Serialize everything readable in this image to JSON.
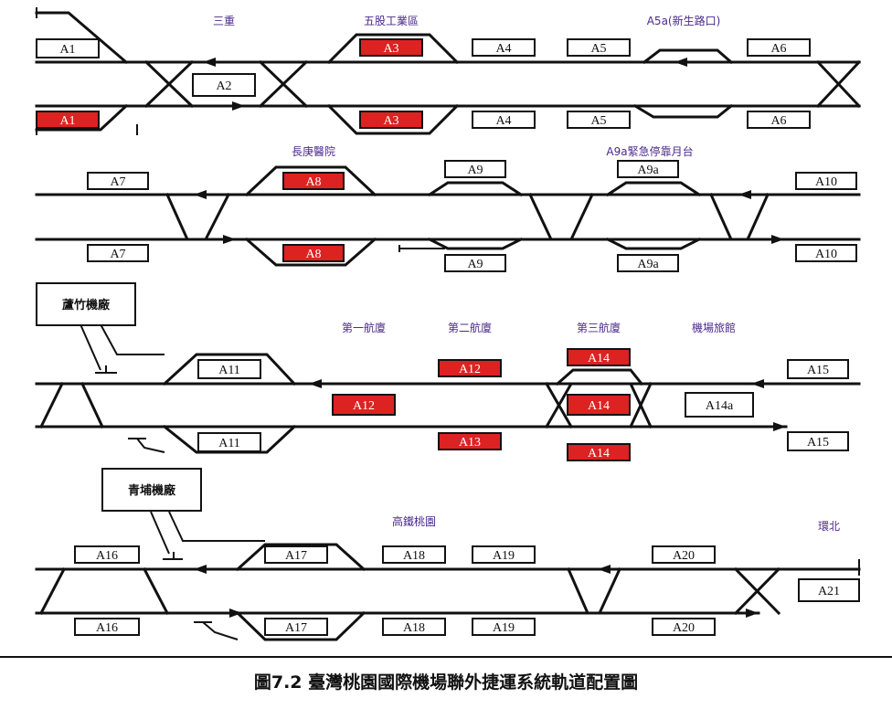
{
  "colors": {
    "platform_red": "#dd2222",
    "platform_white": "#ffffff",
    "station_text": "#4b2a8a"
  },
  "stations": {
    "sanchong": "三重",
    "wugu": "五股工業區",
    "a5a": "A5a(新生路口)",
    "changgung": "長庚醫院",
    "a9a": "A9a緊急停靠月台",
    "t1": "第一航廈",
    "t2": "第二航廈",
    "t3": "第三航廈",
    "hotel": "機場旅館",
    "hsr": "高鐵桃園",
    "huanbei": "環北"
  },
  "depots": {
    "luzhu": "蘆竹機廠",
    "qingpu": "青埔機廠"
  },
  "platforms": {
    "A1": "A1",
    "A2": "A2",
    "A3": "A3",
    "A4": "A4",
    "A5": "A5",
    "A6": "A6",
    "A7": "A7",
    "A8": "A8",
    "A9": "A9",
    "A9a": "A9a",
    "A10": "A10",
    "A11": "A11",
    "A12": "A12",
    "A13": "A13",
    "A14": "A14",
    "A14a": "A14a",
    "A15": "A15",
    "A16": "A16",
    "A17": "A17",
    "A18": "A18",
    "A19": "A19",
    "A20": "A20",
    "A21": "A21"
  },
  "caption": "圖7.2  臺灣桃園國際機場聯外捷運系統軌道配置圖"
}
